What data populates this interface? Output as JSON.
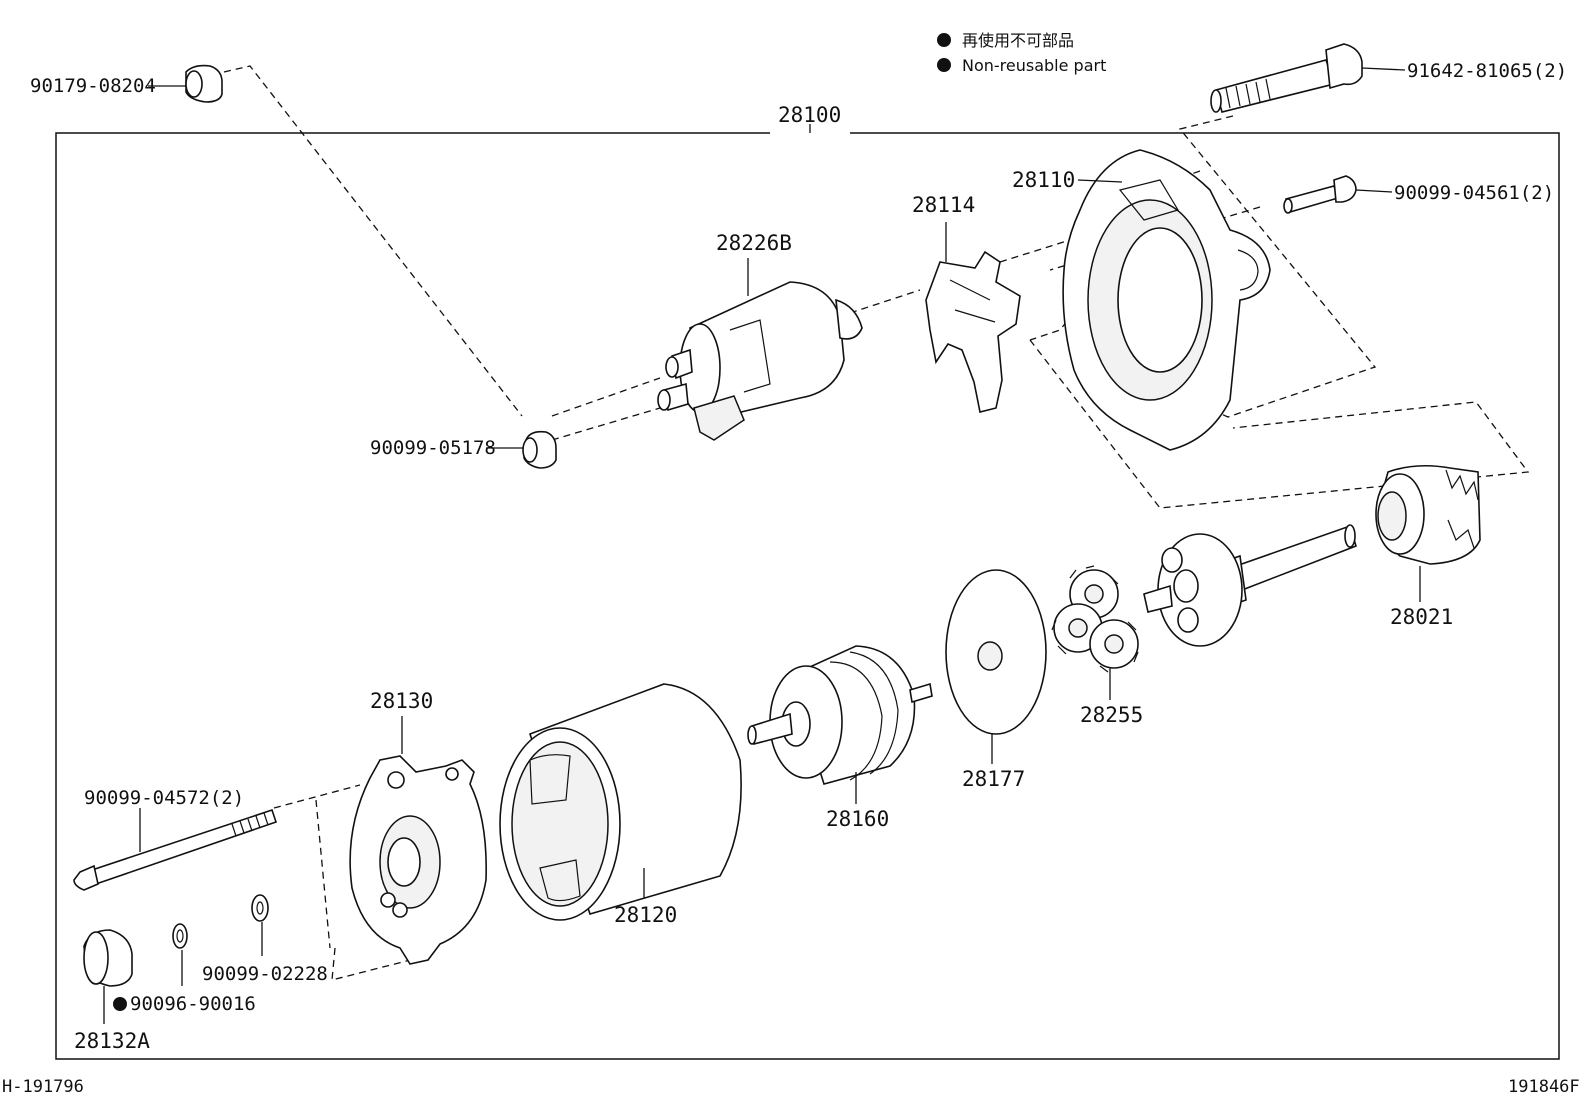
{
  "legend": {
    "jp_label": "再使用不可部品",
    "en_label": "Non-reusable part"
  },
  "assembly_number": "28100",
  "parts": {
    "p90179": "90179-08204",
    "p91642": "91642-81065(2)",
    "p28110": "28110",
    "p28114": "28114",
    "p28226B": "28226B",
    "p90099_04561": "90099-04561(2)",
    "p90099_05178": "90099-05178",
    "p28021": "28021",
    "p28255": "28255",
    "p28177": "28177",
    "p28160": "28160",
    "p28130": "28130",
    "p28120": "28120",
    "p90099_04572": "90099-04572(2)",
    "p90099_02228": "90099-02228",
    "p90096_90016": "90096-90016",
    "p28132A": "28132A"
  },
  "footer": {
    "left_code": "H-191796",
    "right_code": "191846F"
  }
}
